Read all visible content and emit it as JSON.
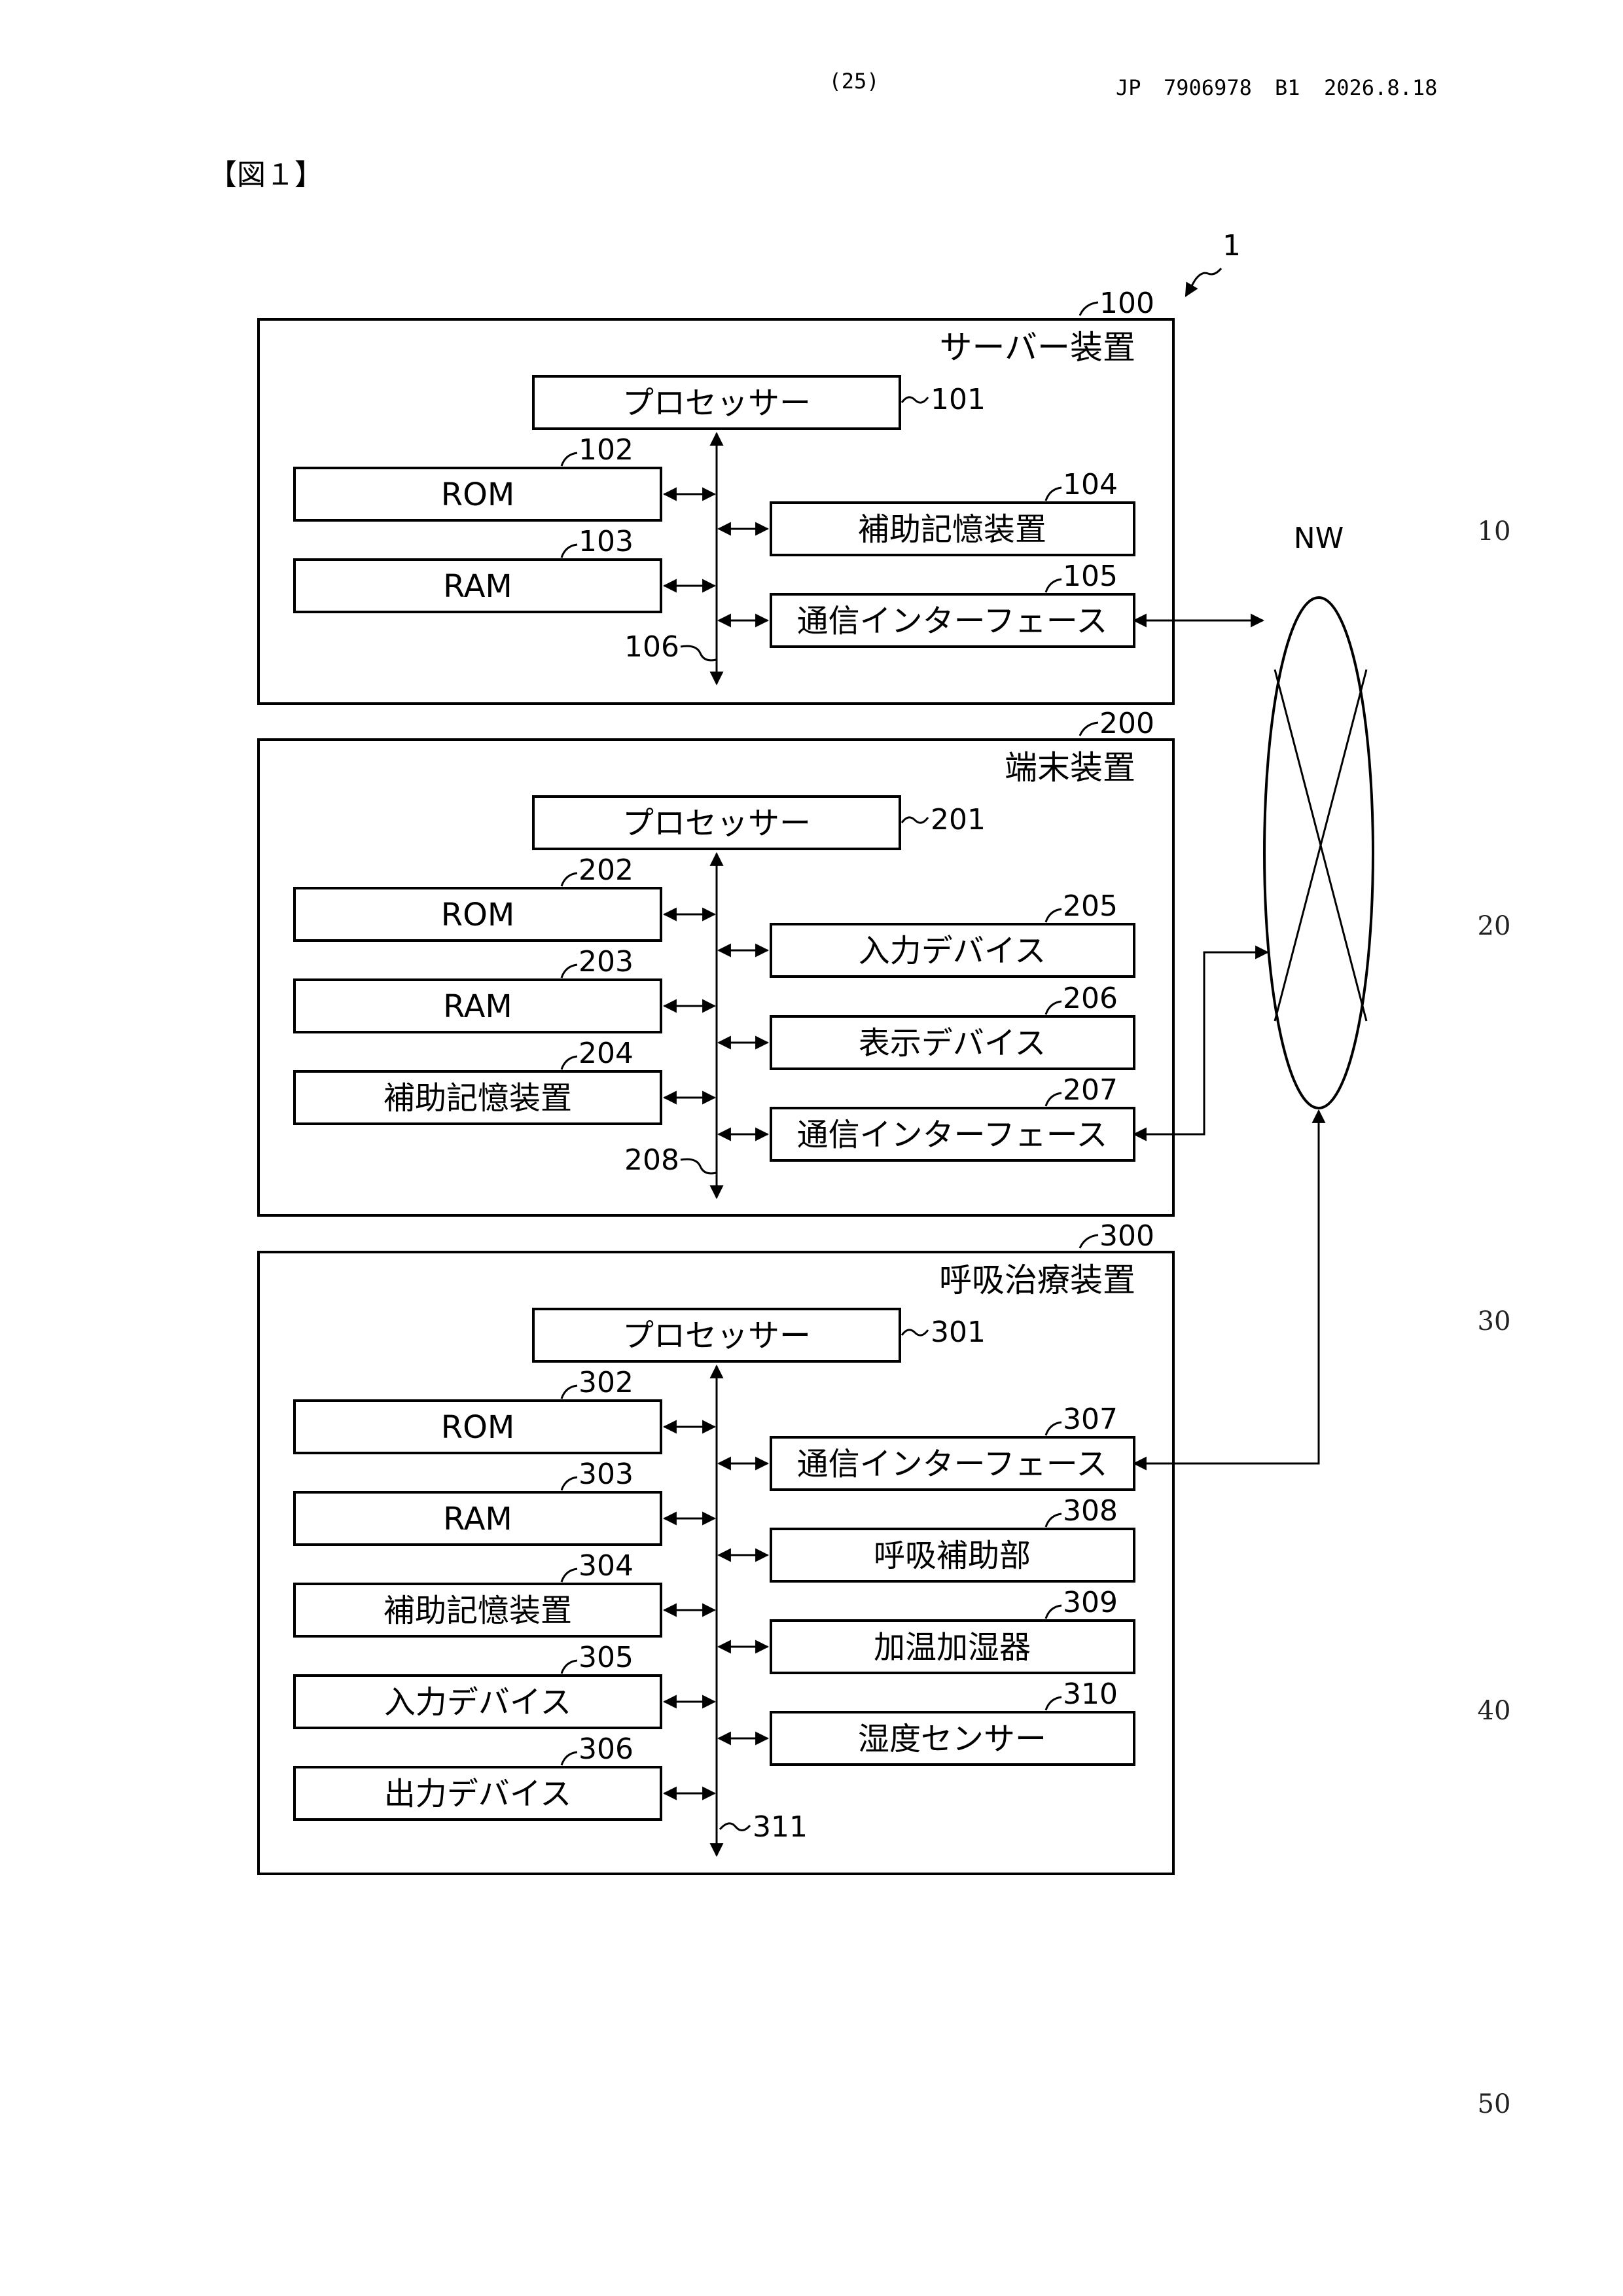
{
  "header": {
    "page": "(25)",
    "country": "JP",
    "number": "7906978",
    "kind": "B1",
    "date": "2026.8.18"
  },
  "figure_label": "【図１】",
  "system_ref": "1",
  "network": {
    "label": "NW"
  },
  "line_numbers": [
    "10",
    "20",
    "30",
    "40",
    "50"
  ],
  "server": {
    "ref": "100",
    "title": "サーバー装置",
    "processor": {
      "label": "プロセッサー",
      "ref": "101"
    },
    "rom": {
      "label": "ROM",
      "ref": "102"
    },
    "ram": {
      "label": "RAM",
      "ref": "103"
    },
    "storage": {
      "label": "補助記憶装置",
      "ref": "104"
    },
    "comm": {
      "label": "通信インターフェース",
      "ref": "105"
    },
    "bus_ref": "106"
  },
  "terminal": {
    "ref": "200",
    "title": "端末装置",
    "processor": {
      "label": "プロセッサー",
      "ref": "201"
    },
    "rom": {
      "label": "ROM",
      "ref": "202"
    },
    "ram": {
      "label": "RAM",
      "ref": "203"
    },
    "storage": {
      "label": "補助記憶装置",
      "ref": "204"
    },
    "input": {
      "label": "入力デバイス",
      "ref": "205"
    },
    "display": {
      "label": "表示デバイス",
      "ref": "206"
    },
    "comm": {
      "label": "通信インターフェース",
      "ref": "207"
    },
    "bus_ref": "208"
  },
  "respirator": {
    "ref": "300",
    "title": "呼吸治療装置",
    "processor": {
      "label": "プロセッサー",
      "ref": "301"
    },
    "rom": {
      "label": "ROM",
      "ref": "302"
    },
    "ram": {
      "label": "RAM",
      "ref": "303"
    },
    "storage": {
      "label": "補助記憶装置",
      "ref": "304"
    },
    "input": {
      "label": "入力デバイス",
      "ref": "305"
    },
    "output": {
      "label": "出力デバイス",
      "ref": "306"
    },
    "comm": {
      "label": "通信インターフェース",
      "ref": "307"
    },
    "assist": {
      "label": "呼吸補助部",
      "ref": "308"
    },
    "humidifier": {
      "label": "加温加湿器",
      "ref": "309"
    },
    "sensor": {
      "label": "湿度センサー",
      "ref": "310"
    },
    "bus_ref": "311"
  }
}
